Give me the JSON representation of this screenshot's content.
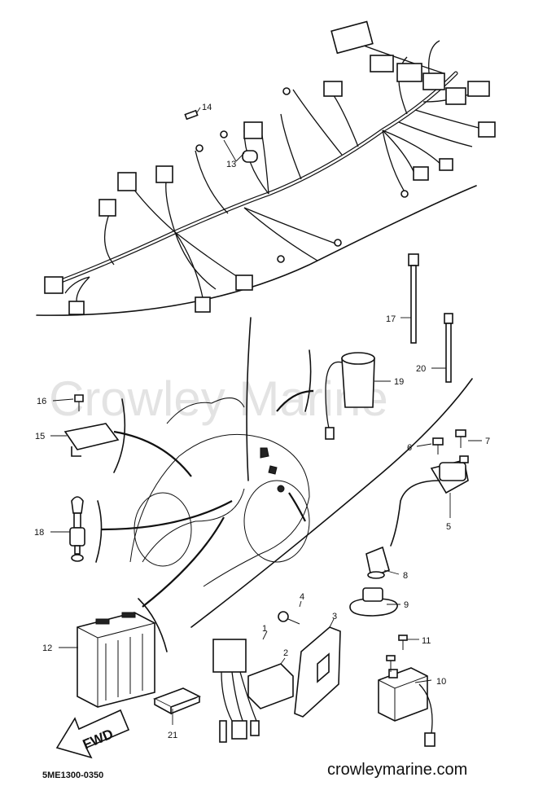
{
  "watermark": "Crowley Marine",
  "footer": {
    "diagram_code": "5ME1300-0350",
    "website": "crowleymarine.com"
  },
  "direction_label": "FWD",
  "callouts": [
    "1",
    "2",
    "3",
    "4",
    "5",
    "6",
    "7",
    "8",
    "9",
    "10",
    "11",
    "12",
    "13",
    "14",
    "15",
    "16",
    "17",
    "18",
    "19",
    "20",
    "21"
  ]
}
